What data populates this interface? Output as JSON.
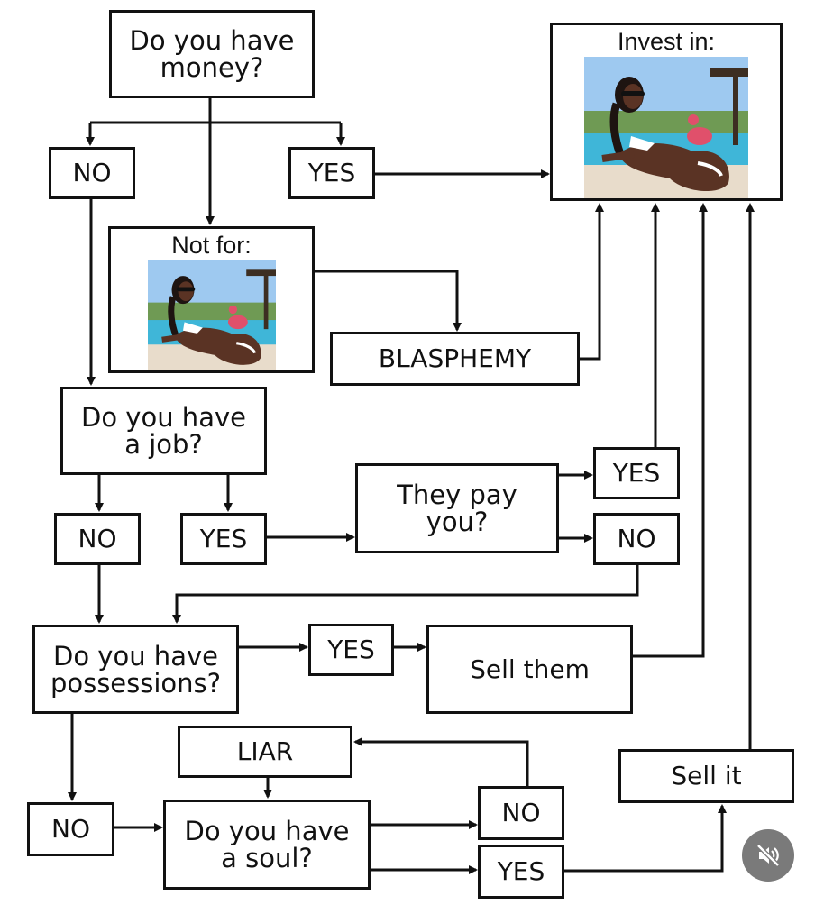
{
  "nodes": {
    "have_money": "Do you have money?",
    "money_no": "NO",
    "money_yes": "YES",
    "invest_title": "Invest in:",
    "notfor_title": "Not for:",
    "blasphemy": "BLASPHEMY",
    "have_job": "Do you have a job?",
    "job_no": "NO",
    "job_yes": "YES",
    "they_pay": "They pay you?",
    "pay_yes": "YES",
    "pay_no": "NO",
    "have_possessions": "Do you have possessions?",
    "poss_yes": "YES",
    "sell_them": "Sell them",
    "liar": "LIAR",
    "poss_no": "NO",
    "have_soul": "Do you have a soul?",
    "soul_no": "NO",
    "soul_yes": "YES",
    "sell_it": "Sell it"
  },
  "icons": {
    "mute": "speaker-muted-icon"
  },
  "colors": {
    "line": "#111111",
    "sky": "#9ec9f0",
    "pool": "#3fb6d8",
    "flamingo": "#e0506b"
  }
}
